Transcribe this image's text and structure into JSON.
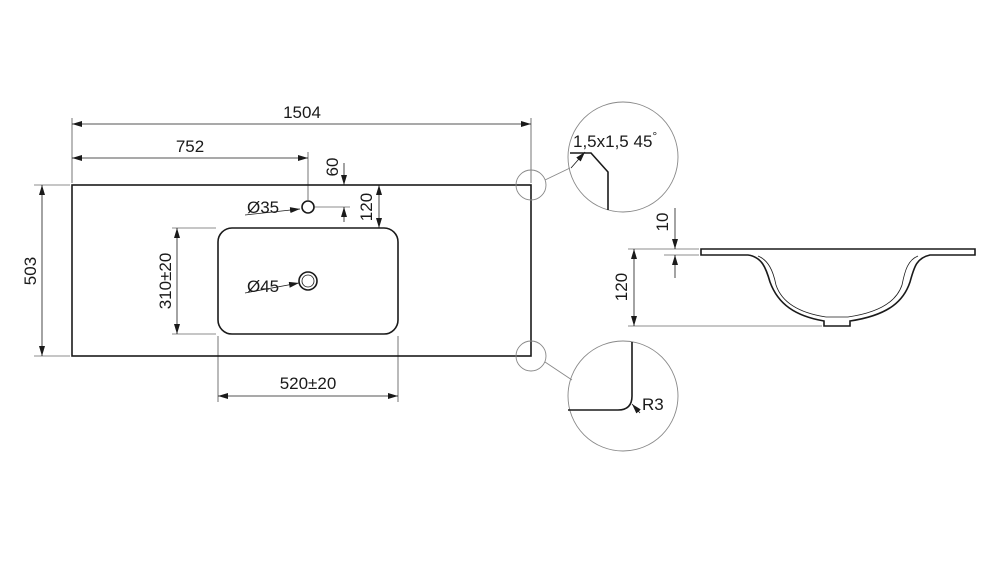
{
  "dimensions": {
    "overall_width": "1504",
    "half_width": "752",
    "tap_offset": "60",
    "bowl_offset": "120",
    "depth": "503",
    "tap_hole": "Ø35",
    "drain_hole": "Ø45",
    "bowl_height": "310±20",
    "bowl_width": "520±20",
    "rim_thickness": "10",
    "bowl_depth": "120"
  },
  "details": {
    "chamfer": "1,5x1,5 45",
    "chamfer_degree": "°",
    "radius": "R3"
  }
}
